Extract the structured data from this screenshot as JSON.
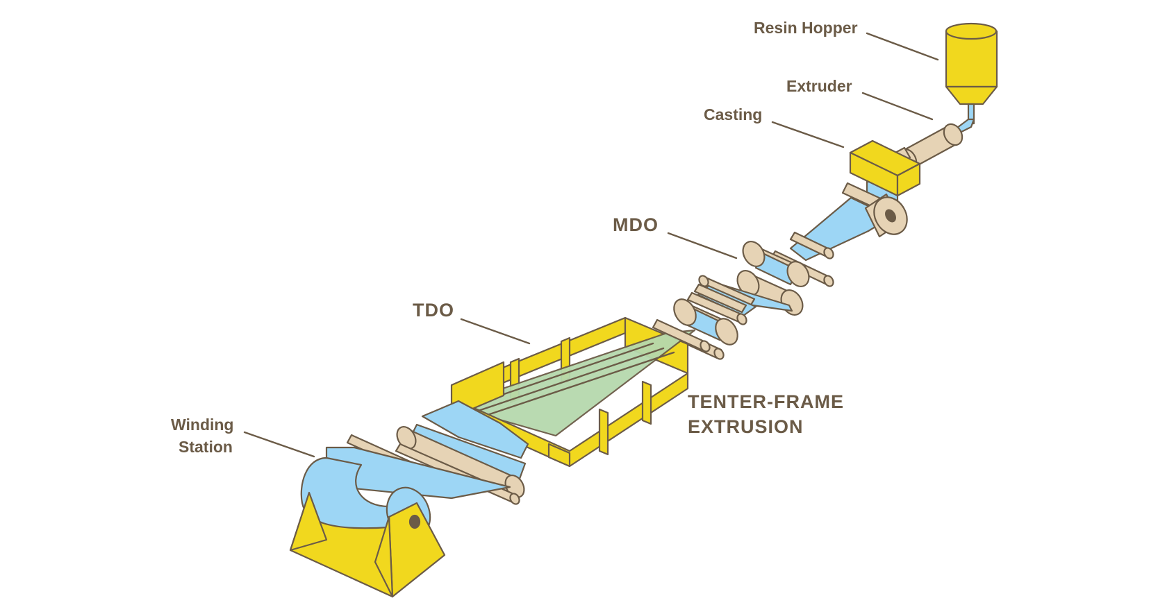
{
  "labels": {
    "resin_hopper": "Resin Hopper",
    "extruder": "Extruder",
    "casting": "Casting",
    "mdo": "MDO",
    "tdo": "TDO",
    "winding_line1": "Winding",
    "winding_line2": "Station",
    "process_line1": "TENTER-FRAME",
    "process_line2": "EXTRUSION"
  },
  "colors": {
    "yellow": "#f1d81e",
    "film": "#9dd6f5",
    "roller": "#e6d3b5",
    "outline": "#6b5b47",
    "overlap": "#b6d9ad"
  }
}
